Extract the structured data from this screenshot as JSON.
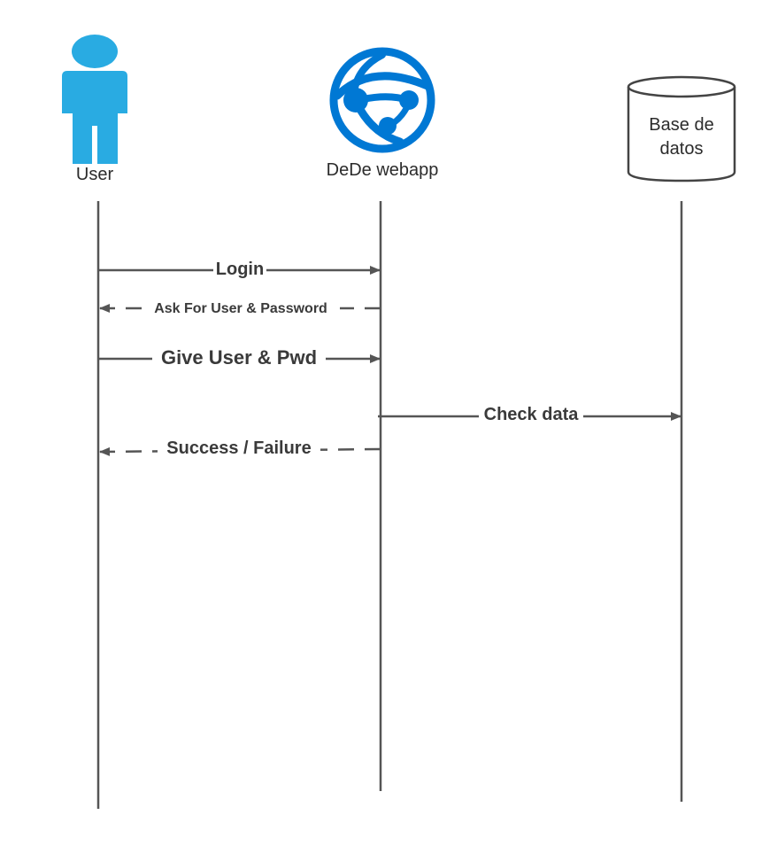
{
  "actors": {
    "user": {
      "label": "User",
      "icon": "person-icon",
      "color": "#29abe2"
    },
    "webapp": {
      "label": "DeDe webapp",
      "icon": "azure-web-app-globe-icon",
      "color": "#0078d4"
    },
    "database": {
      "label_line1": "Base de",
      "label_line2": "datos",
      "icon": "database-cylinder-icon"
    }
  },
  "messages": [
    {
      "label": "Login",
      "from": "user",
      "to": "webapp",
      "style": "solid"
    },
    {
      "label": "Ask For User & Password",
      "from": "webapp",
      "to": "user",
      "style": "dashed"
    },
    {
      "label": "Give User & Pwd",
      "from": "user",
      "to": "webapp",
      "style": "solid"
    },
    {
      "label": "Check data",
      "from": "webapp",
      "to": "database",
      "style": "solid"
    },
    {
      "label": "Success / Failure",
      "from": "webapp",
      "to": "user",
      "style": "dashed"
    }
  ],
  "colors": {
    "line": "#555555",
    "text": "#2b2b2b"
  }
}
